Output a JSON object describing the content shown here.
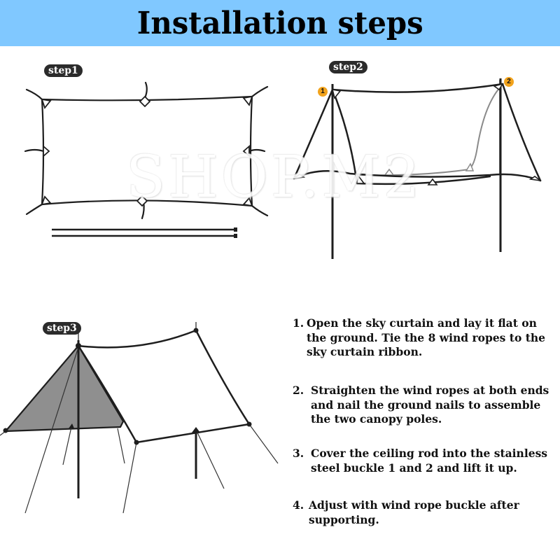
{
  "header": {
    "title": "Installation steps",
    "background_color": "#80c8ff"
  },
  "watermark": {
    "text": "SHOP.M2"
  },
  "steps": [
    {
      "badge": "step1"
    },
    {
      "badge": "step2",
      "markers": [
        "1",
        "2"
      ],
      "marker_color": "#f2a31c"
    },
    {
      "badge": "step3"
    }
  ],
  "instructions": [
    {
      "number": "1.",
      "text": "Open the sky curtain and lay it flat on the ground. Tie the 8 wind ropes to the sky curtain ribbon."
    },
    {
      "number": "2.",
      "text": "Straighten the wind ropes at both ends and nail the ground nails to assemble the two canopy poles."
    },
    {
      "number": "3.",
      "text": "Cover the ceiling rod into the stainless steel buckle 1 and 2 and lift it up."
    },
    {
      "number": "4.",
      "text": "Adjust with wind rope buckle after supporting."
    }
  ]
}
